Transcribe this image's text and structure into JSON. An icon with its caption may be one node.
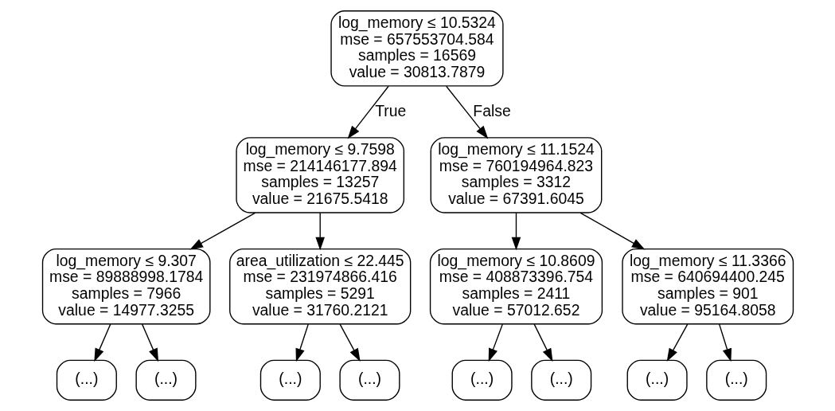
{
  "diagram": {
    "nodes": [
      {
        "text": [
          "log_memory ≤ 10.5324",
          "mse = 657553704.584",
          "samples = 16569",
          "value = 30813.7879"
        ]
      },
      {
        "text": [
          "log_memory ≤ 9.7598",
          "mse = 214146177.894",
          "samples = 13257",
          "value = 21675.5418"
        ]
      },
      {
        "text": [
          "log_memory ≤ 11.1524",
          "mse = 760194964.823",
          "samples = 3312",
          "value = 67391.6045"
        ]
      },
      {
        "text": [
          "log_memory ≤ 9.307",
          "mse = 89888998.1784",
          "samples = 7966",
          "value = 14977.3255"
        ]
      },
      {
        "text": [
          "area_utilization ≤ 22.445",
          "mse = 231974866.416",
          "samples = 5291",
          "value = 31760.2121"
        ]
      },
      {
        "text": [
          "log_memory ≤ 10.8609",
          "mse = 408873396.754",
          "samples = 2411",
          "value = 57012.652"
        ]
      },
      {
        "text": [
          "log_memory ≤ 11.3366",
          "mse = 640694400.245",
          "samples = 901",
          "value = 95164.8058"
        ]
      },
      {
        "text": [
          "(...)"
        ]
      },
      {
        "text": [
          "(...)"
        ]
      },
      {
        "text": [
          "(...)"
        ]
      },
      {
        "text": [
          "(...)"
        ]
      },
      {
        "text": [
          "(...)"
        ]
      },
      {
        "text": [
          "(...)"
        ]
      },
      {
        "text": [
          "(...)"
        ]
      },
      {
        "text": [
          "(...)"
        ]
      }
    ],
    "edges": [
      {
        "from": 0,
        "to": 1,
        "arrow": "to",
        "label": "True"
      },
      {
        "from": 0,
        "to": 2,
        "arrow": "to",
        "label": "False"
      },
      {
        "from": 1,
        "to": 3,
        "arrow": "to"
      },
      {
        "from": 1,
        "to": 4,
        "arrow": "to"
      },
      {
        "from": 2,
        "to": 5,
        "arrow": "to"
      },
      {
        "from": 2,
        "to": 6,
        "arrow": "to"
      },
      {
        "from": 3,
        "to": 7,
        "arrow": "to"
      },
      {
        "from": 3,
        "to": 8,
        "arrow": "to"
      },
      {
        "from": 4,
        "to": 9,
        "arrow": "to"
      },
      {
        "from": 4,
        "to": 10,
        "arrow": "to"
      },
      {
        "from": 5,
        "to": 11,
        "arrow": "to"
      },
      {
        "from": 5,
        "to": 12,
        "arrow": "to"
      },
      {
        "from": 6,
        "to": 13,
        "arrow": "to"
      },
      {
        "from": 6,
        "to": 14,
        "arrow": "to"
      }
    ]
  }
}
